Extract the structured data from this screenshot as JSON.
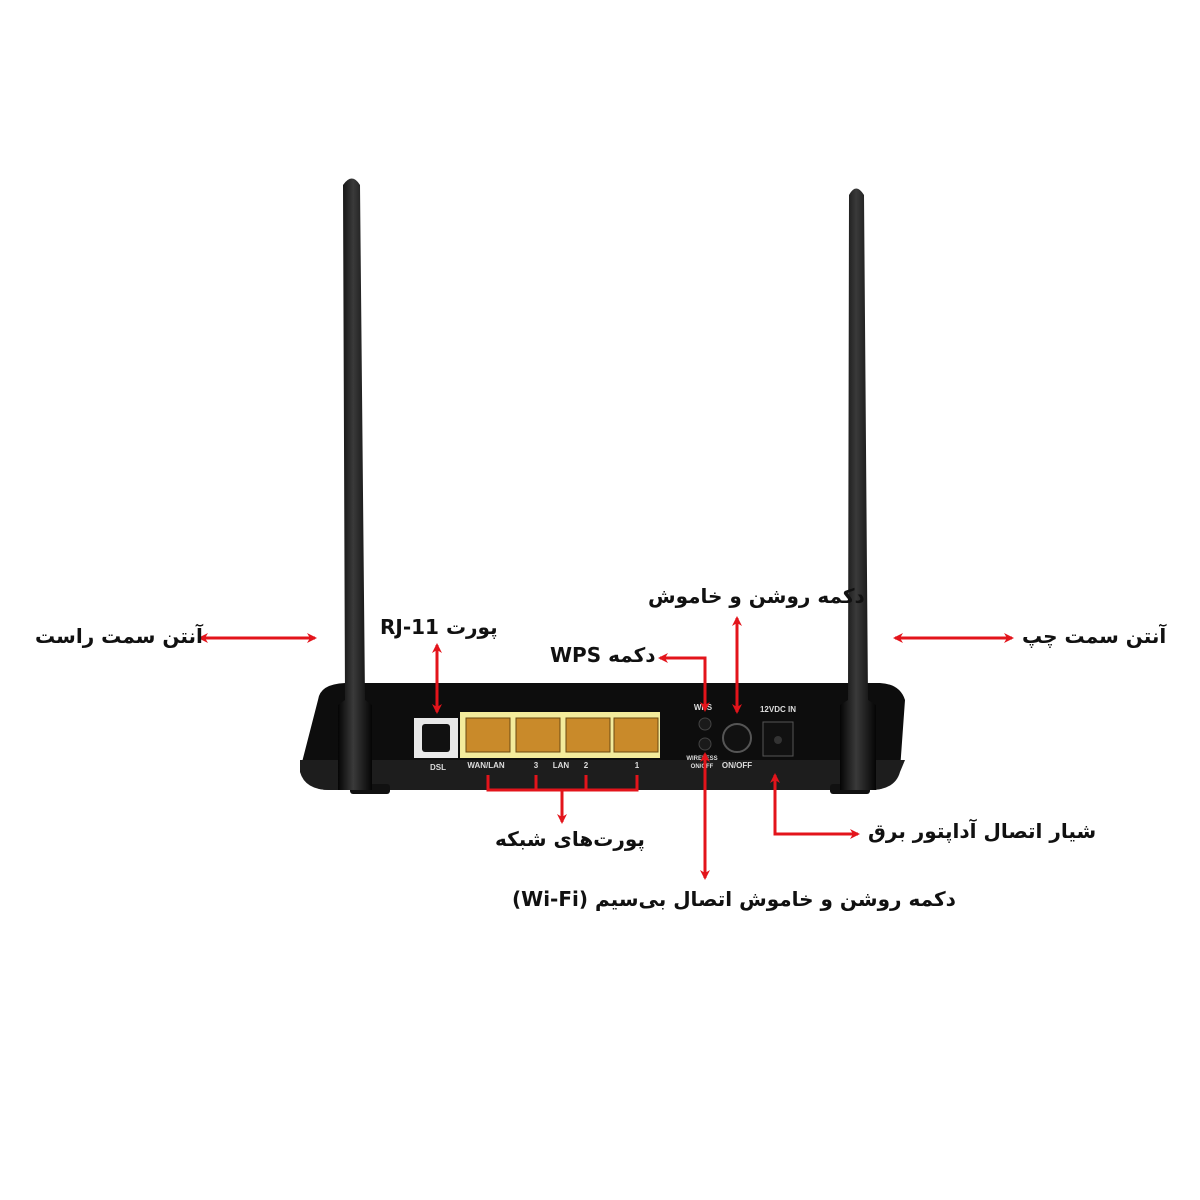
{
  "title": "Router rear panel diagram",
  "colors": {
    "arrow": "#e3141b",
    "body": "#0d0d0d",
    "port_panel": "#f3eb9c",
    "port": "#c98a2a"
  },
  "callouts": {
    "right_antenna": "آنتن سمت راست",
    "left_antenna": "آنتن سمت چپ",
    "rj11_port": "پورت RJ-11",
    "wps_button": "دکمه WPS",
    "power_button": "دکمه روشن و خاموش",
    "network_ports": "پورت‌های شبکه",
    "power_adapter_jack": "شیار اتصال آداپتور برق",
    "wifi_button": "دکمه روشن و خاموش اتصال بی‌سیم (Wi-Fi)"
  },
  "panel_labels": {
    "dsl": "DSL",
    "wan_lan": "WAN/LAN",
    "port3": "3",
    "lan": "LAN",
    "port2": "2",
    "port1": "1",
    "wps": "WPS",
    "wireless": "WIRELESS",
    "wireless_onoff": "ON/OFF",
    "onoff": "ON/OFF",
    "power_in": "12VDC IN"
  }
}
